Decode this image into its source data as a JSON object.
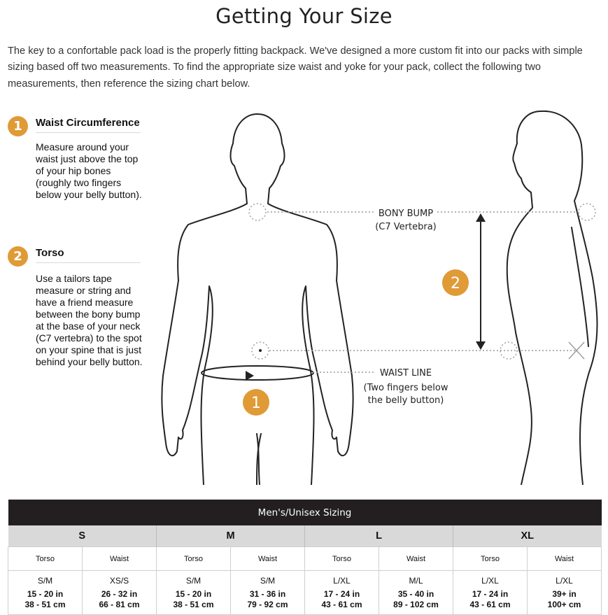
{
  "page": {
    "title": "Getting Your Size",
    "intro": "The key to a confortable pack load is the properly fitting backpack. We've designed a more custom fit into our packs with simple sizing based off two measurements. To find the appropriate size waist and yoke for your pack, collect the following two measurements, then reference the sizing chart below."
  },
  "steps": [
    {
      "number": "1",
      "title": "Waist Circumference",
      "text": "Measure around your waist just above the top of your hip bones (roughly two fingers below your belly button)."
    },
    {
      "number": "2",
      "title": "Torso",
      "text": "Use a tailors tape measure or string and have a friend measure between the bony bump at the base of your neck (C7 vertebra) to the spot on your spine that is just behind your belly button."
    }
  ],
  "figure": {
    "bony_bump": "BONY BUMP",
    "bony_bump_sub": "(C7 Vertebra)",
    "waist_line": "WAIST LINE",
    "waist_line_sub1": "(Two fingers below",
    "waist_line_sub2": "the belly button)",
    "marker_1": "1",
    "marker_2": "2"
  },
  "sizing": {
    "title": "Men's/Unisex Sizing",
    "sizes": [
      "S",
      "M",
      "L",
      "XL"
    ],
    "col_labels": [
      "Torso",
      "Waist",
      "Torso",
      "Waist",
      "Torso",
      "Waist",
      "Torso",
      "Waist"
    ],
    "cells": [
      {
        "fit": "S/M",
        "in": "15 - 20 in",
        "cm": "38 - 51 cm"
      },
      {
        "fit": "XS/S",
        "in": "26 - 32 in",
        "cm": "66 - 81 cm"
      },
      {
        "fit": "S/M",
        "in": "15 - 20 in",
        "cm": "38 - 51 cm"
      },
      {
        "fit": "S/M",
        "in": "31 - 36 in",
        "cm": "79 - 92 cm"
      },
      {
        "fit": "L/XL",
        "in": "17 - 24 in",
        "cm": "43 - 61 cm"
      },
      {
        "fit": "M/L",
        "in": "35 - 40 in",
        "cm": "89 - 102 cm"
      },
      {
        "fit": "L/XL",
        "in": "17 - 24 in",
        "cm": "43 - 61 cm"
      },
      {
        "fit": "L/XL",
        "in": "39+ in",
        "cm": "100+ cm"
      }
    ]
  },
  "colors": {
    "accent": "#e09a36",
    "table_header": "#231f20",
    "size_row": "#d9d9d9"
  }
}
